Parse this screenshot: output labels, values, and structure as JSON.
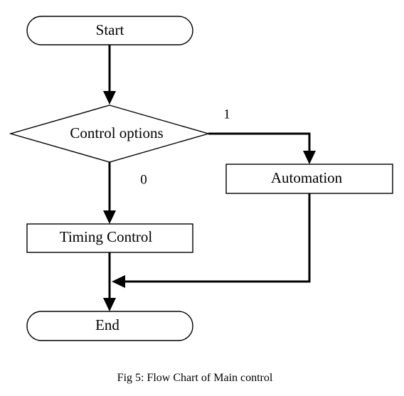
{
  "nodes": {
    "start": {
      "label": "Start"
    },
    "control_options": {
      "label": "Control options"
    },
    "automation": {
      "label": "Automation"
    },
    "timing_control": {
      "label": "Timing Control"
    },
    "end": {
      "label": "End"
    }
  },
  "edges": {
    "branch_1": {
      "label": "1"
    },
    "branch_0": {
      "label": "0"
    }
  },
  "caption": "Fig 5: Flow Chart of Main control",
  "colors": {
    "stroke": "#000000",
    "fill": "#ffffff"
  }
}
